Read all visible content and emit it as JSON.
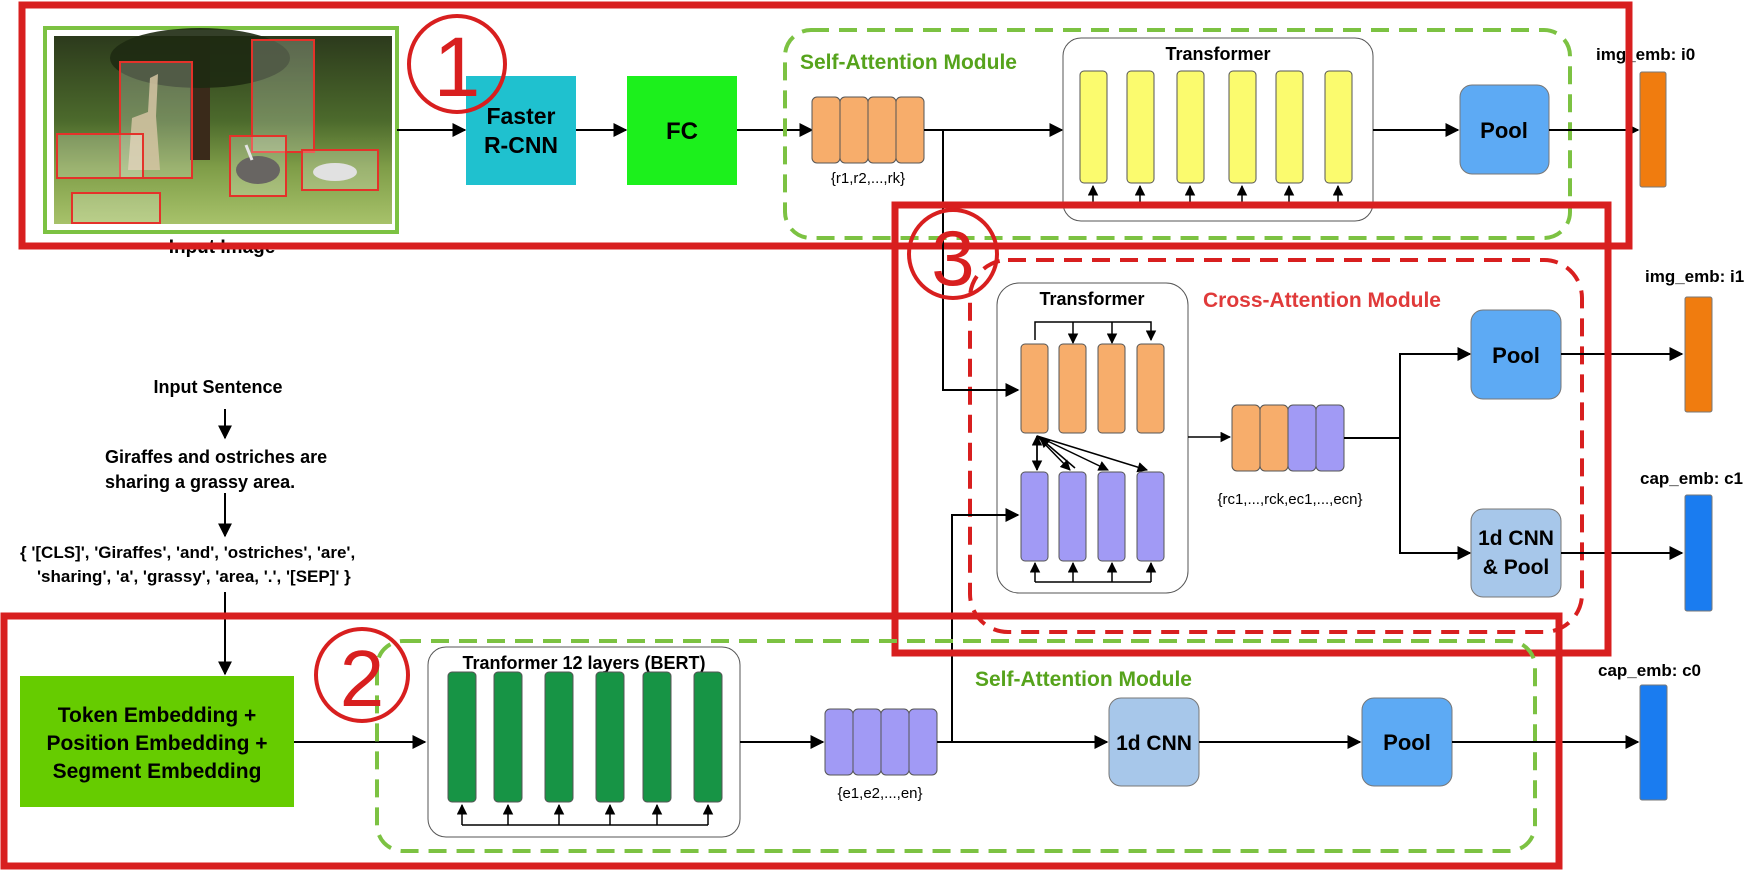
{
  "colors": {
    "red": "#d81f1f",
    "green_dash": "#7cc242",
    "green_label": "#56a31c",
    "red_label": "#e03a3a",
    "orange": "#f7ad6b",
    "orange_emb": "#f07c0f",
    "purple": "#a19af5",
    "yellow": "#fbfb6e",
    "bert_green": "#179445",
    "pool_blue": "#5daaf4",
    "cnn_blue": "#a7c7ea",
    "cap_blue": "#1a7cf0",
    "faster_rcnn": "#1fc1cf",
    "fc_green": "#1cf01c",
    "token_green": "#66cc00"
  },
  "markers": {
    "one": "1",
    "two": "2",
    "three": "3"
  },
  "image_branch": {
    "input_image_label": "Input Image",
    "faster_rcnn_line1": "Faster",
    "faster_rcnn_line2": "R-CNN",
    "fc_label": "FC",
    "module_label": "Self-Attention Module",
    "transformer_label": "Transformer",
    "region_set": "{r1,r2,...,rk}",
    "pool_label": "Pool",
    "emb_label": "img_emb: i0"
  },
  "cross_branch": {
    "transformer_label": "Transformer",
    "module_label": "Cross-Attention Module",
    "combined_set": "{rc1,...,rck,ec1,...,ecn}",
    "pool_label": "Pool",
    "cnn_pool_line1": "1d CNN",
    "cnn_pool_line2": "& Pool",
    "img_emb_label": "img_emb: i1",
    "cap_emb_label": "cap_emb: c1"
  },
  "text_branch": {
    "input_sentence_label": "Input Sentence",
    "sentence_line1": "Giraffes and ostriches are",
    "sentence_line2": "sharing a grassy area.",
    "tokens_line1": "{ '[CLS]', 'Giraffes', 'and', 'ostriches', 'are',",
    "tokens_line2": "'sharing', 'a', 'grassy', 'area, '.', '[SEP]' }",
    "embedding_line1": "Token Embedding +",
    "embedding_line2": "Position Embedding +",
    "embedding_line3": "Segment Embedding",
    "bert_label": "Tranformer 12 layers (BERT)",
    "module_label": "Self-Attention Module",
    "token_set": "{e1,e2,...,en}",
    "cnn_label": "1d CNN",
    "pool_label": "Pool",
    "emb_label": "cap_emb: c0"
  }
}
